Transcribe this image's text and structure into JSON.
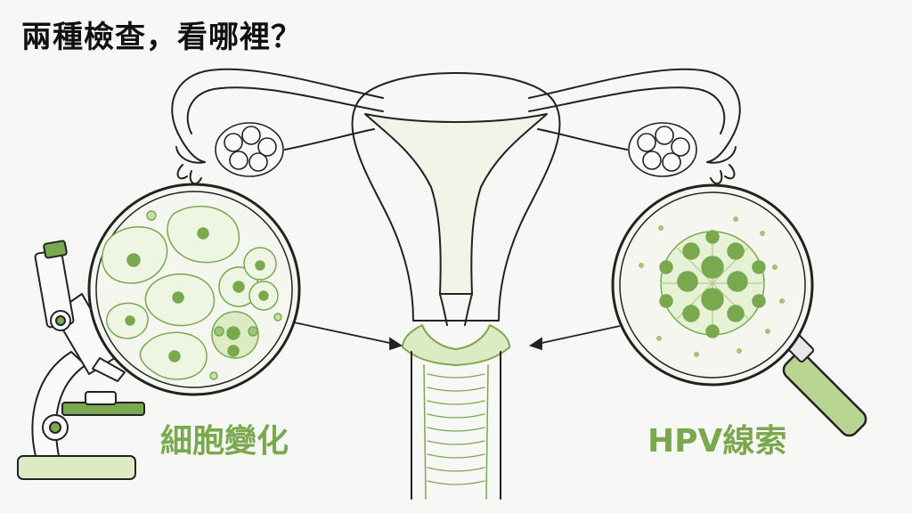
{
  "title": "兩種檢查，看哪裡？",
  "labels": {
    "cell_change": "細胞變化",
    "hpv": "HPV線索"
  },
  "colors": {
    "accent_green": "#7aa84f",
    "light_green": "#c9e0a8",
    "pale_green": "#e6f1d6",
    "outline": "#222222",
    "background": "#f7f7f5"
  }
}
